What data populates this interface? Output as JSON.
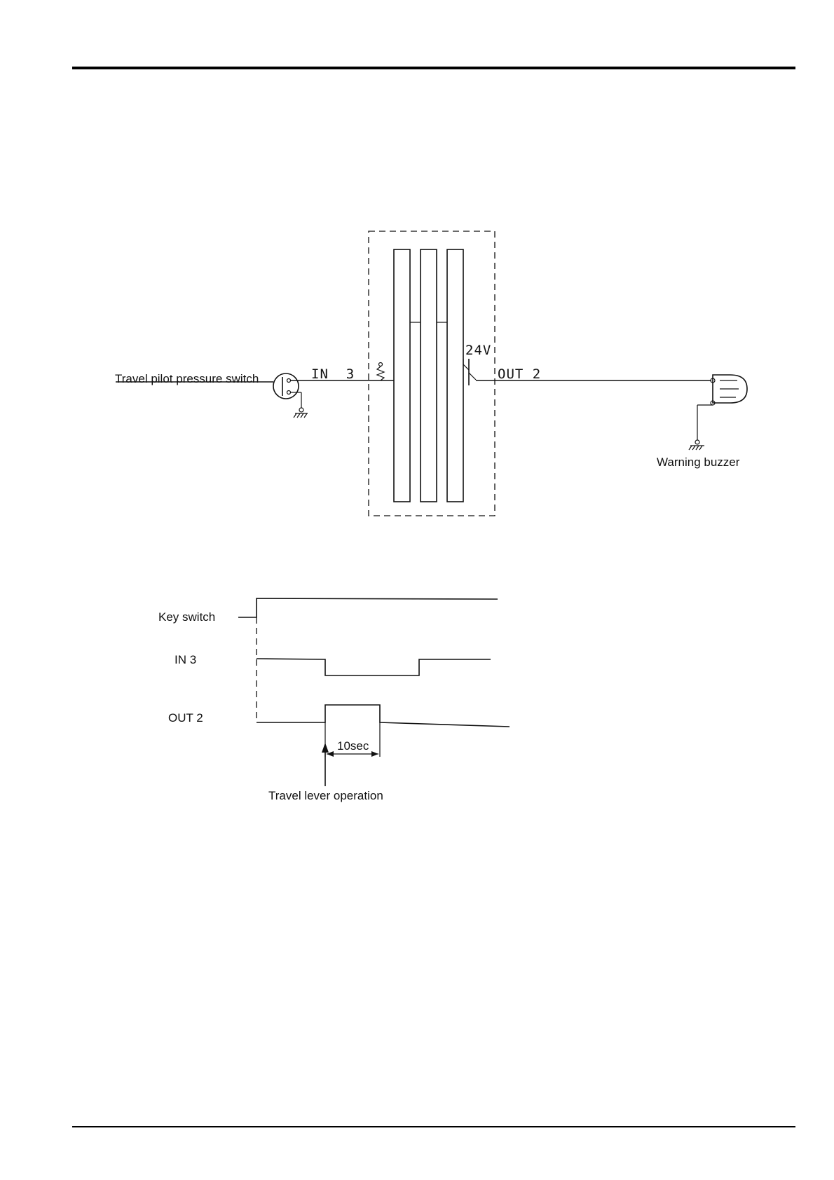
{
  "circuit": {
    "switch_label": "Travel pilot pressure switch",
    "input_label": "IN  3",
    "voltage_label": "24V",
    "output_label": "OUT 2",
    "buzzer_label": "Warning buzzer"
  },
  "timing": {
    "key_switch_label": "Key switch",
    "in3_label": "IN 3",
    "out2_label": "OUT 2",
    "duration_label": "10sec",
    "operation_label": "Travel lever operation"
  }
}
